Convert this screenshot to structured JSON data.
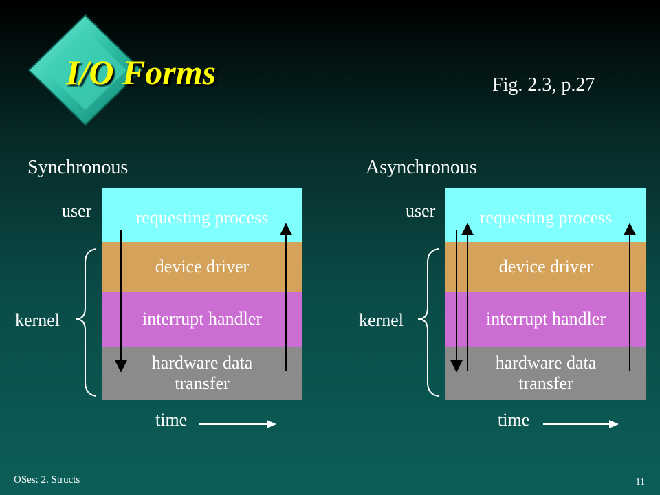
{
  "title": "I/O Forms",
  "figure_ref": "Fig. 2.3, p.27",
  "footer": {
    "left": "OSes: 2.  Structs",
    "page": "11"
  },
  "colors": {
    "requesting_process": "#80ffff",
    "device_driver": "#d4a25a",
    "interrupt_handler": "#cc6dd3",
    "hardware": "#8b8b8b",
    "title": "#ffff00"
  },
  "sync": {
    "heading": "Synchronous",
    "user_label": "user",
    "kernel_label": "kernel",
    "layers": {
      "requesting": "requesting process",
      "driver": "device driver",
      "handler": "interrupt handler",
      "hardware_line1": "hardware data",
      "hardware_line2": "transfer"
    },
    "time_label": "time"
  },
  "async": {
    "heading": "Asynchronous",
    "user_label": "user",
    "kernel_label": "kernel",
    "layers": {
      "requesting": "requesting process",
      "driver": "device driver",
      "handler": "interrupt handler",
      "hardware_line1": "hardware data",
      "hardware_line2": "transfer"
    },
    "time_label": "time"
  }
}
